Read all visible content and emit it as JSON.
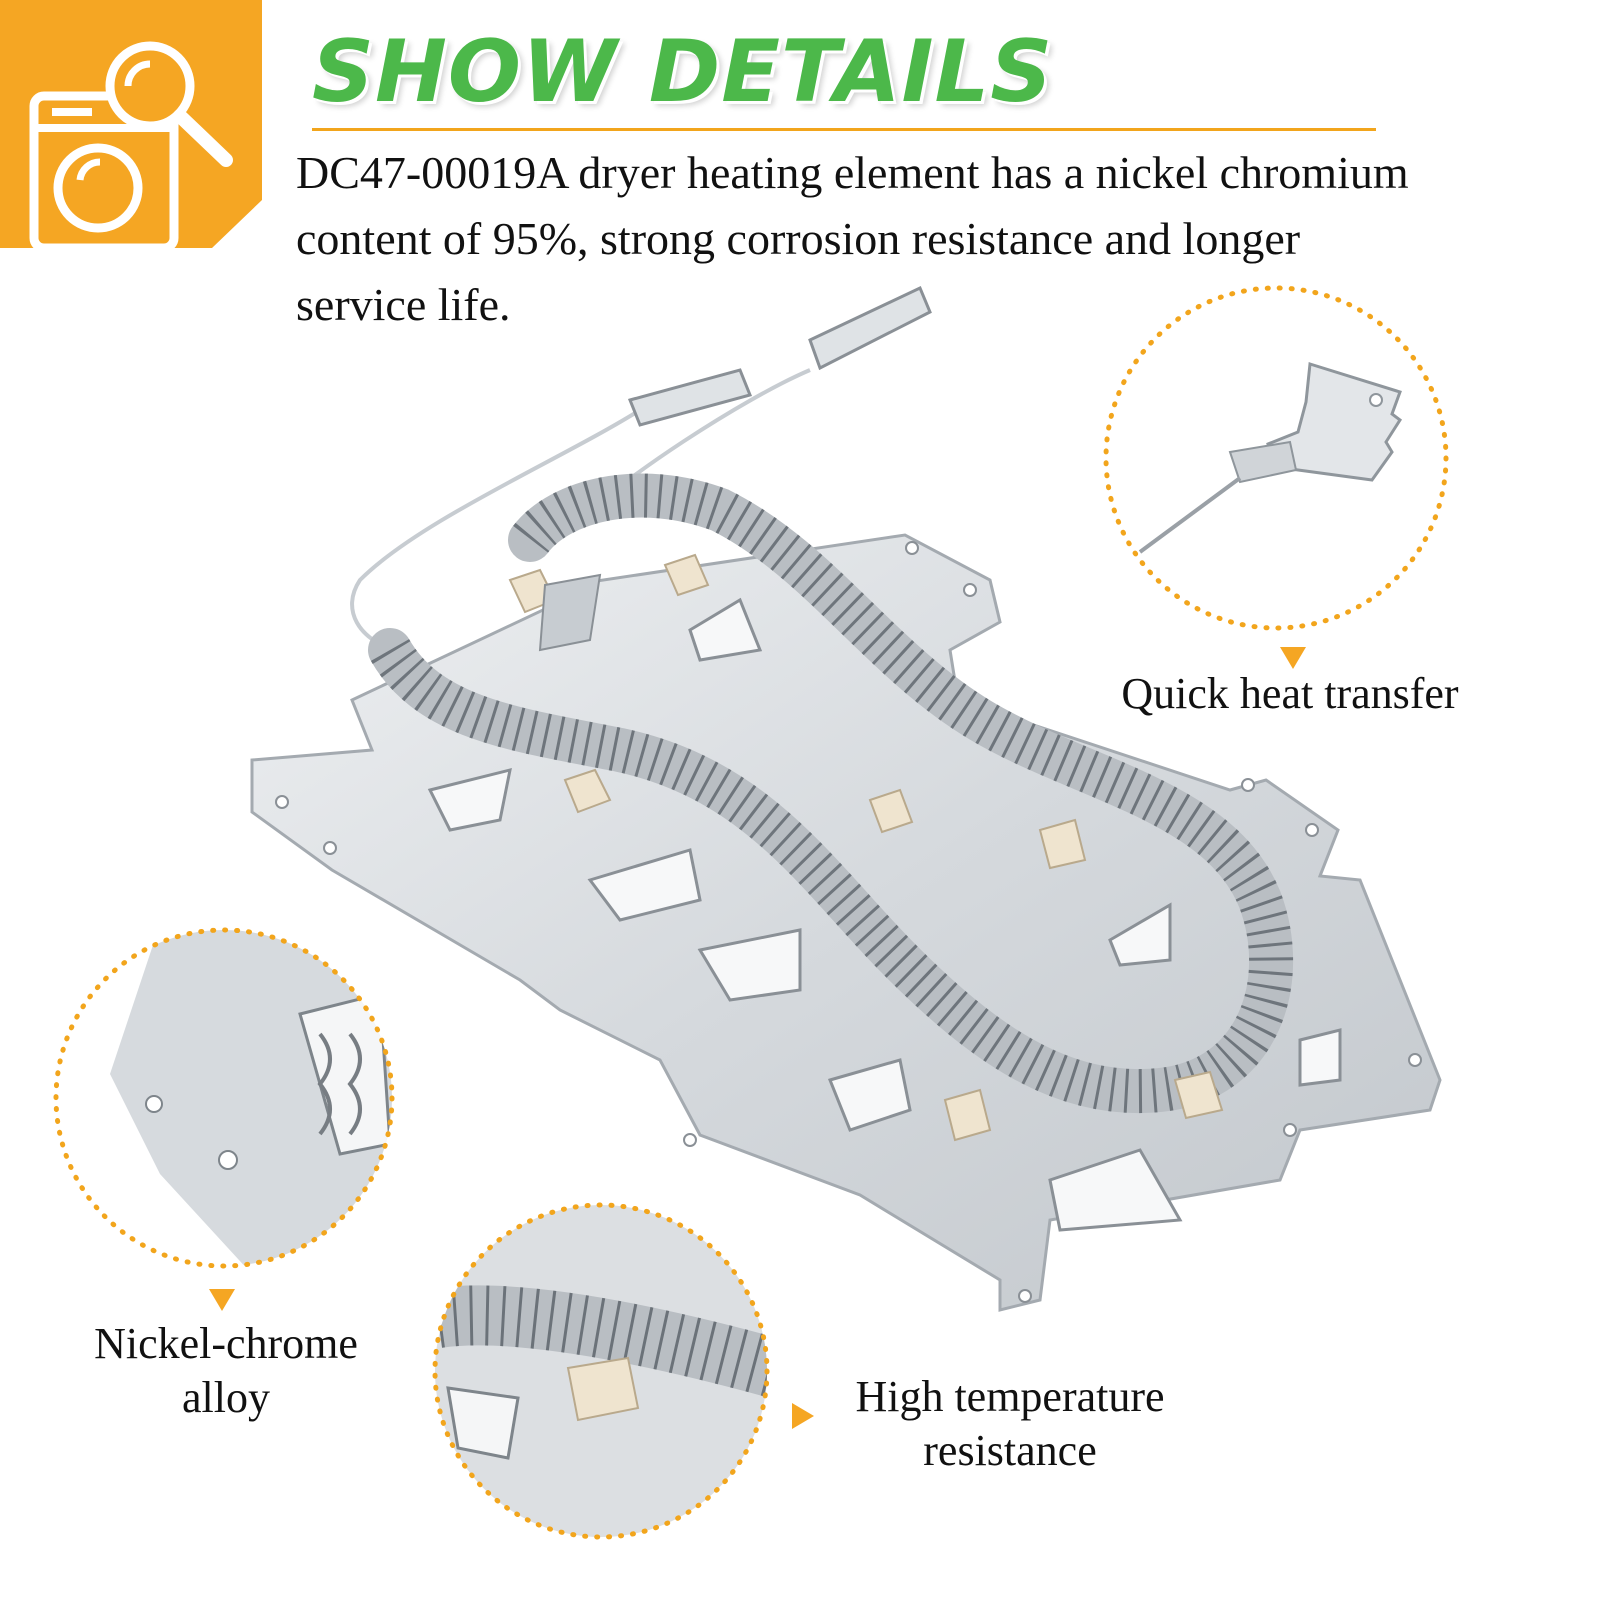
{
  "header": {
    "title": "SHOW DETAILS",
    "description": "DC47-00019A dryer heating element has a nickel chromium content of 95%, strong corrosion resistance and longer service life."
  },
  "callouts": {
    "terminal": "Quick heat transfer",
    "plate": "Nickel-chrome alloy",
    "coil": "High temperature resistance"
  },
  "icons": {
    "badge": "dryer-magnifier-icon"
  },
  "colors": {
    "accent": "#f2a51c",
    "title": "#4cb84a"
  }
}
